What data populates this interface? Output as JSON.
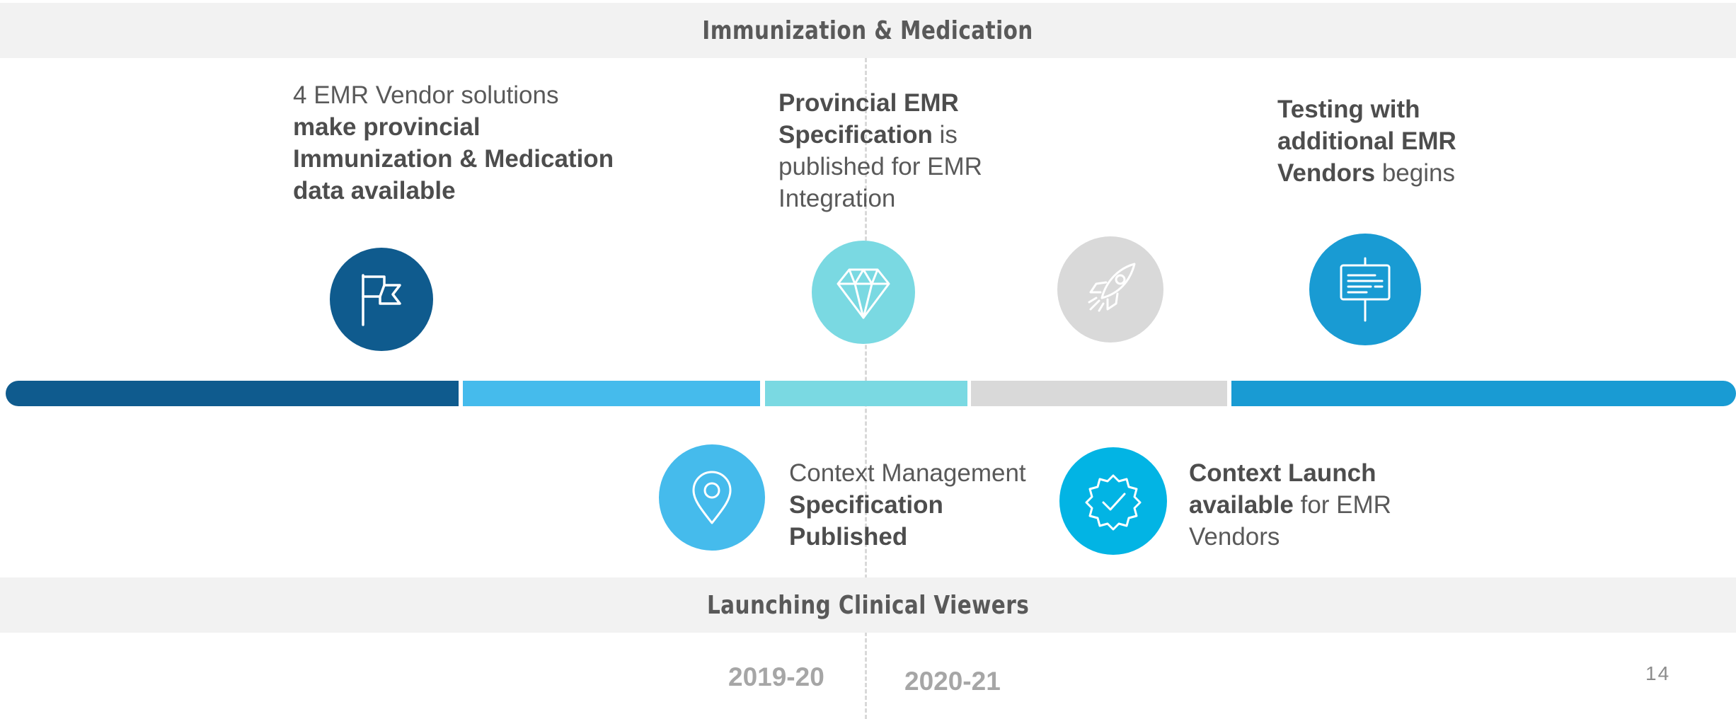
{
  "header": {
    "title": "Immunization & Medication"
  },
  "footer_band": {
    "title": "Launching Clinical Viewers"
  },
  "milestones_top": [
    {
      "parts": [
        "4 EMR Vendor solutions ",
        "make provincial Immunization & Medication data available"
      ],
      "icon": "flag-icon"
    },
    {
      "parts": [
        "Provincial EMR Specification",
        " is published for EMR Integration"
      ],
      "icon": "diamond-icon"
    },
    {
      "parts": [
        "",
        ""
      ],
      "icon": "rocket-icon"
    },
    {
      "parts": [
        "Testing with additional EMR Vendors",
        " begins"
      ],
      "icon": "signboard-icon"
    }
  ],
  "milestones_bottom": [
    {
      "parts": [
        "Context Management ",
        "Specification Published"
      ],
      "icon": "location-pin-icon"
    },
    {
      "parts": [
        "Context Launch available",
        " for EMR Vendors"
      ],
      "icon": "badge-check-icon"
    }
  ],
  "timeline": {
    "segments": [
      {
        "color": "#0f5b8e"
      },
      {
        "color": "#45bbec"
      },
      {
        "color": "#7ad9e2"
      },
      {
        "color": "#d9d9d9"
      },
      {
        "color": "#199bd3"
      }
    ]
  },
  "years": [
    "2019-20",
    "2020-21"
  ],
  "page_number": "14",
  "colors": {
    "band_bg": "#f2f2f2",
    "text": "#595959",
    "flag_circle": "#0f5b8e",
    "diamond_circle": "#7ad9e2",
    "rocket_circle": "#d9d9d9",
    "signboard_circle": "#199bd3",
    "pin_circle": "#45bbec",
    "badge_circle": "#02b4e4"
  }
}
